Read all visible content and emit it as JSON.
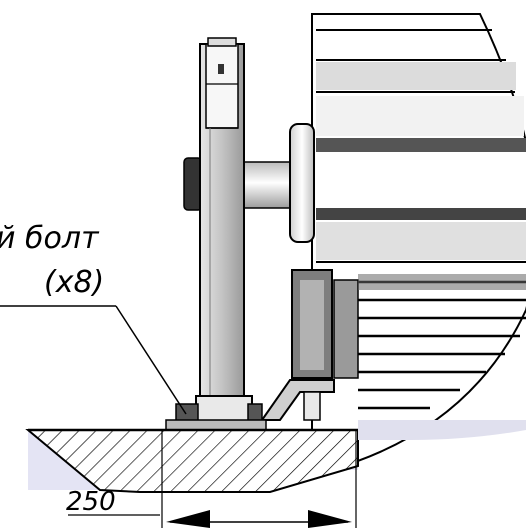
{
  "annotations": {
    "callout_line1": "й болт",
    "callout_line2": "(x8)",
    "dimension": "250"
  },
  "colors": {
    "line": "#000000",
    "metal_light": "#f4f4f4",
    "metal_mid": "#c8c8c8",
    "metal_dark": "#8a8a8a",
    "hatch_bg": "#c9c9ea",
    "background": "#ffffff"
  }
}
